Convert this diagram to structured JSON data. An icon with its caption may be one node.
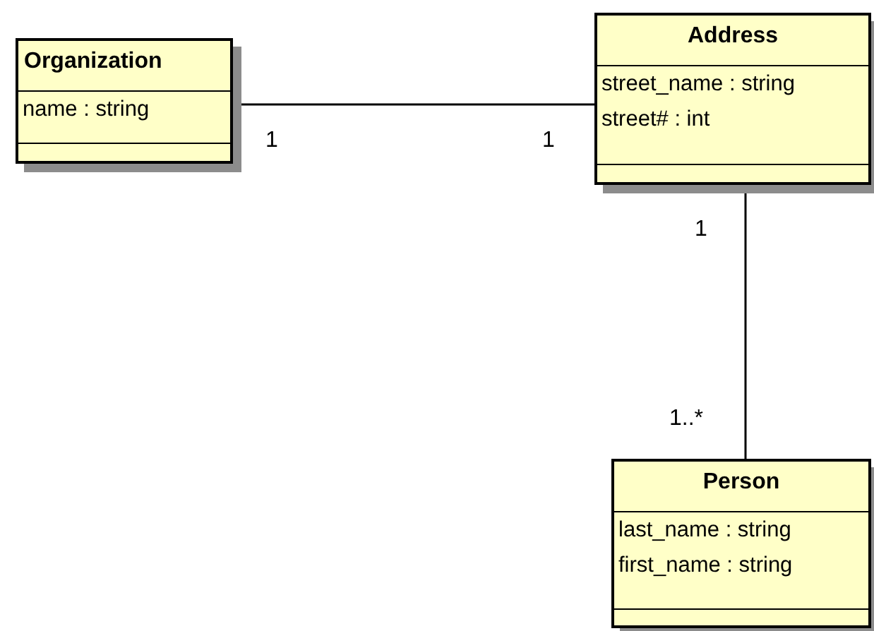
{
  "diagram": {
    "nodes": [
      {
        "text": [
          "Organization",
          "name : string"
        ]
      },
      {
        "text": [
          "Address",
          "street_name : string",
          "street# : int"
        ]
      },
      {
        "text": [
          "Person",
          "last_name : string",
          "first_name : string"
        ]
      }
    ],
    "edges": [
      {
        "from": 0,
        "to": 1,
        "arrow": "none"
      },
      {
        "from": 1,
        "to": 2,
        "arrow": "none"
      }
    ],
    "labels": [
      "1",
      "1",
      "1",
      "1..*"
    ]
  }
}
